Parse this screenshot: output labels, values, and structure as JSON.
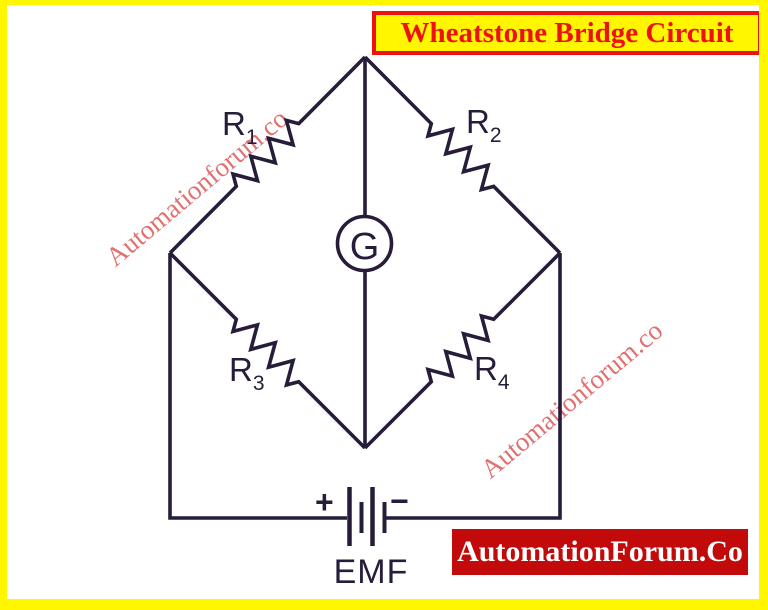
{
  "title": {
    "label": "Wheatstone Bridge Circuit"
  },
  "watermark": {
    "text": "Automationforum.co"
  },
  "banner": {
    "label": "AutomationForum.Co"
  },
  "circuit": {
    "resistors": [
      {
        "base": "R",
        "sub": "1"
      },
      {
        "base": "R",
        "sub": "2"
      },
      {
        "base": "R",
        "sub": "3"
      },
      {
        "base": "R",
        "sub": "4"
      }
    ],
    "galvanometer_label": "G",
    "emf_label": "EMF",
    "polarity": {
      "plus": "+",
      "minus": "−"
    }
  },
  "colors": {
    "frame_yellow": "#fff600",
    "accent_red": "#ee1111",
    "banner_red": "#c20a0a",
    "wire": "#271c3a",
    "watermark": "#e06464"
  }
}
